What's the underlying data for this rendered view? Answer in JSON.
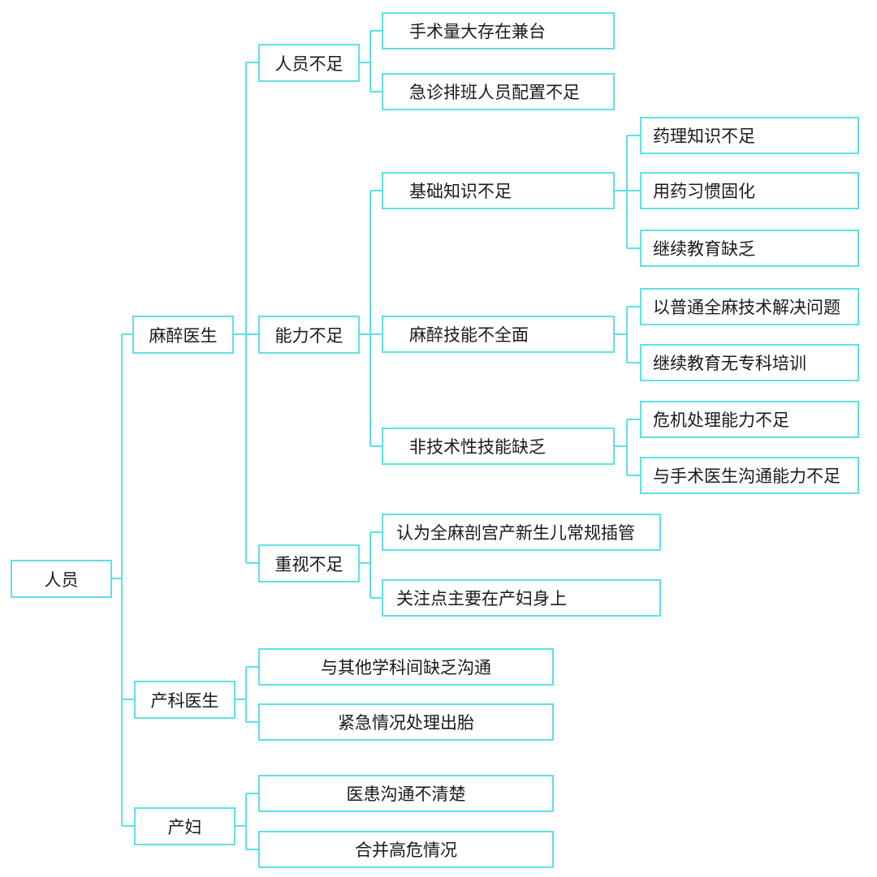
{
  "colors": {
    "line": "#5ee0e8",
    "node_border": "#5ee0e8",
    "text": "#1a1a1a",
    "background": "#ffffff"
  },
  "nodes": {
    "root": "人员",
    "anesthesiologist": "麻醉医生",
    "understaffed": "人员不足",
    "high_volume_multitasking": "手术量大存在兼台",
    "er_shift_understaffed": "急诊排班人员配置不足",
    "insufficient_ability": "能力不足",
    "basic_knowledge_lacking": "基础知识不足",
    "pharmacology_lacking": "药理知识不足",
    "rigid_drug_habits": "用药习惯固化",
    "lack_continuing_education": "继续教育缺乏",
    "incomplete_anesthesia_skills": "麻醉技能不全面",
    "general_anesthesia_for_all": "以普通全麻技术解决问题",
    "no_specialty_training": "继续教育无专科培训",
    "lack_nontechnical_skills": "非技术性技能缺乏",
    "crisis_management_lacking": "危机处理能力不足",
    "surgeon_communication_lacking": "与手术医生沟通能力不足",
    "insufficient_attention": "重视不足",
    "neonate_intubation_routine": "认为全麻剖宫产新生儿常规插管",
    "focus_on_mother": "关注点主要在产妇身上",
    "obstetrician": "产科医生",
    "interdisciplinary_communication": "与其他学科间缺乏沟通",
    "emergency_delivery": "紧急情况处理出胎",
    "parturient": "产妇",
    "unclear_communication": "医患沟通不清楚",
    "high_risk_comorbidities": "合并高危情况"
  }
}
